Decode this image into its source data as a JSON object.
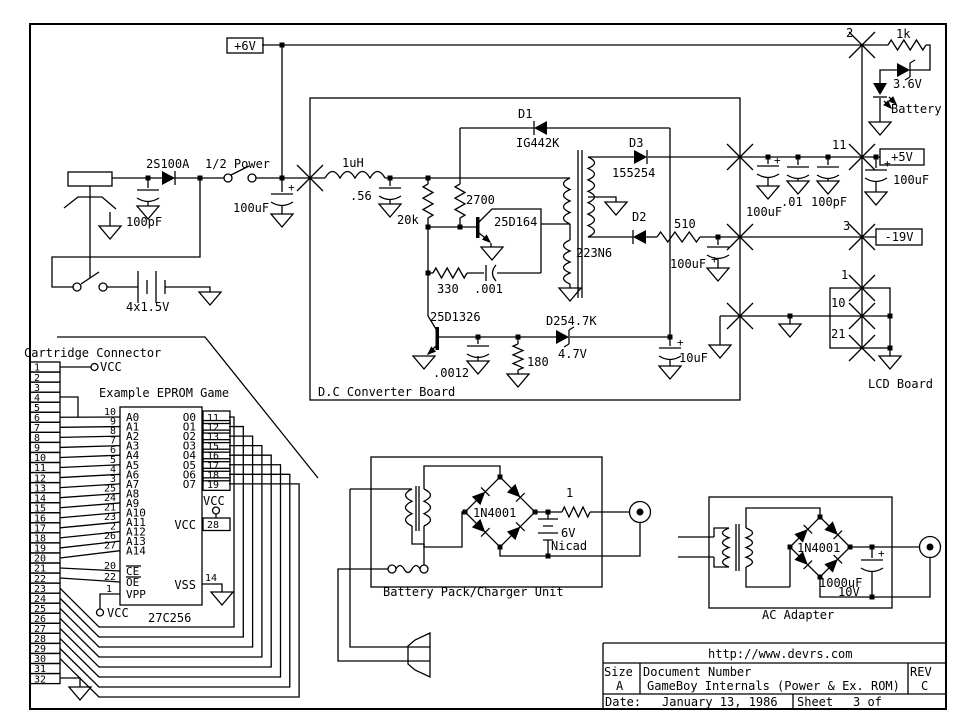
{
  "power_input": {
    "rail_label": "+6V",
    "diode": "2S100A",
    "switch_label": "1/2 Power",
    "cap_jack": "100pF",
    "cap_rail": "100uF",
    "battery": "4x1.5V",
    "plus": "+"
  },
  "converter": {
    "board_label": "D.C Converter Board",
    "inductor": "1uH",
    "cap_in": ".56",
    "r_bias": "20k",
    "r_base": "2700",
    "d1": "D1",
    "d1_part": "IG442K",
    "q1": "25D164",
    "winding": "223N6",
    "d3": "D3",
    "d3_part": "155254",
    "d2": "D2",
    "r_out": "510",
    "cap_neg": "100uF",
    "r_fb": "330",
    "cap_fb": ".001",
    "q2": "25D1326",
    "cap_q2": ".0012",
    "r_e": "180",
    "zener": "D254.7K",
    "zener_v": "4.7V",
    "cap_rect": "10uF"
  },
  "output_rails": {
    "pin2": "2",
    "r_led": "1k",
    "zener": "3.6V",
    "led_label": "Battery",
    "pin11": "11",
    "rail_5v": "+5V",
    "cap_5v_out": "100uF",
    "cap_5v": "100uF",
    "cap_5v_2": ".01",
    "cap_5v_3": "100pF",
    "pin3": "3",
    "rail_neg": "-19V"
  },
  "lcd_board": {
    "pin1": "1",
    "pin10": "10",
    "pin21": "21",
    "label": "LCD Board"
  },
  "cartridge": {
    "title": "Cartridge Connector",
    "pin1_net": "VCC",
    "eprom_caption": "Example EPROM Game",
    "chip": "27C256",
    "pins": [
      "1",
      "2",
      "3",
      "4",
      "5",
      "6",
      "7",
      "8",
      "9",
      "10",
      "11",
      "12",
      "13",
      "14",
      "15",
      "16",
      "17",
      "18",
      "19",
      "20",
      "21",
      "22",
      "23",
      "24",
      "25",
      "26",
      "27",
      "28",
      "29",
      "30",
      "31",
      "32"
    ],
    "address_pins": [
      {
        "num": "10",
        "name": "A0"
      },
      {
        "num": "9",
        "name": "A1"
      },
      {
        "num": "8",
        "name": "A2"
      },
      {
        "num": "7",
        "name": "A3"
      },
      {
        "num": "6",
        "name": "A4"
      },
      {
        "num": "5",
        "name": "A5"
      },
      {
        "num": "4",
        "name": "A6"
      },
      {
        "num": "3",
        "name": "A7"
      },
      {
        "num": "25",
        "name": "A8"
      },
      {
        "num": "24",
        "name": "A9"
      },
      {
        "num": "21",
        "name": "A10"
      },
      {
        "num": "23",
        "name": "A11"
      },
      {
        "num": "2",
        "name": "A12"
      },
      {
        "num": "26",
        "name": "A13"
      },
      {
        "num": "27",
        "name": "A14"
      }
    ],
    "output_pins": [
      {
        "name": "O0",
        "num": "11"
      },
      {
        "name": "O1",
        "num": "12"
      },
      {
        "name": "O2",
        "num": "13"
      },
      {
        "name": "O3",
        "num": "15"
      },
      {
        "name": "O4",
        "num": "16"
      },
      {
        "name": "O5",
        "num": "17"
      },
      {
        "name": "O6",
        "num": "18"
      },
      {
        "name": "O7",
        "num": "19"
      }
    ],
    "ce": {
      "num": "20",
      "name": "CE"
    },
    "oe": {
      "num": "22",
      "name": "OE"
    },
    "vpp": {
      "num": "1",
      "name": "VPP",
      "net": "VCC"
    },
    "vcc": {
      "name": "VCC",
      "num": "28",
      "net": "VCC"
    },
    "vss": {
      "name": "VSS",
      "num": "14"
    }
  },
  "charger": {
    "bridge": "1N4001",
    "r_out": "1",
    "batt_v": "6V",
    "batt_type": "Nicad",
    "label": "Battery Pack/Charger Unit"
  },
  "adapter": {
    "bridge": "1N4001",
    "cap": "1000uF",
    "cap_v": "10V",
    "label": "AC Adapter"
  },
  "title_block": {
    "url": "http://www.devrs.com",
    "size_label": "Size",
    "size": "A",
    "doc_label": "Document Number",
    "title": "GameBoy Internals (Power & Ex. ROM)",
    "rev_label": "REV",
    "rev": "C",
    "date_label": "Date:",
    "date": "January 13, 1986",
    "sheet_label": "Sheet",
    "sheet": "3 of"
  }
}
